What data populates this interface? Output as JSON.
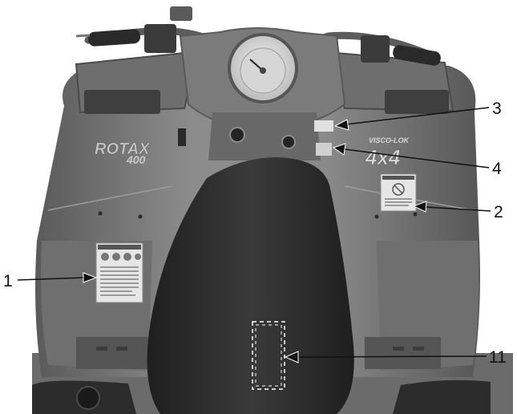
{
  "figure": {
    "colors": {
      "background": "#ffffff",
      "body_dark": "#4a4a4a",
      "body_mid": "#7a7a7a",
      "body_light": "#a3a3a3",
      "seat": "#2e2e2e",
      "label_white": "#ececec",
      "leader": "#111111"
    },
    "badges": {
      "model_top": "ROTAX",
      "model_bottom": "400",
      "drive": "4x4",
      "drive_sub": "VISCO-LOK"
    },
    "callouts": [
      {
        "id": "callout-1",
        "number": "1"
      },
      {
        "id": "callout-2",
        "number": "2"
      },
      {
        "id": "callout-3",
        "number": "3"
      },
      {
        "id": "callout-4",
        "number": "4"
      },
      {
        "id": "callout-11",
        "number": "11"
      }
    ]
  }
}
